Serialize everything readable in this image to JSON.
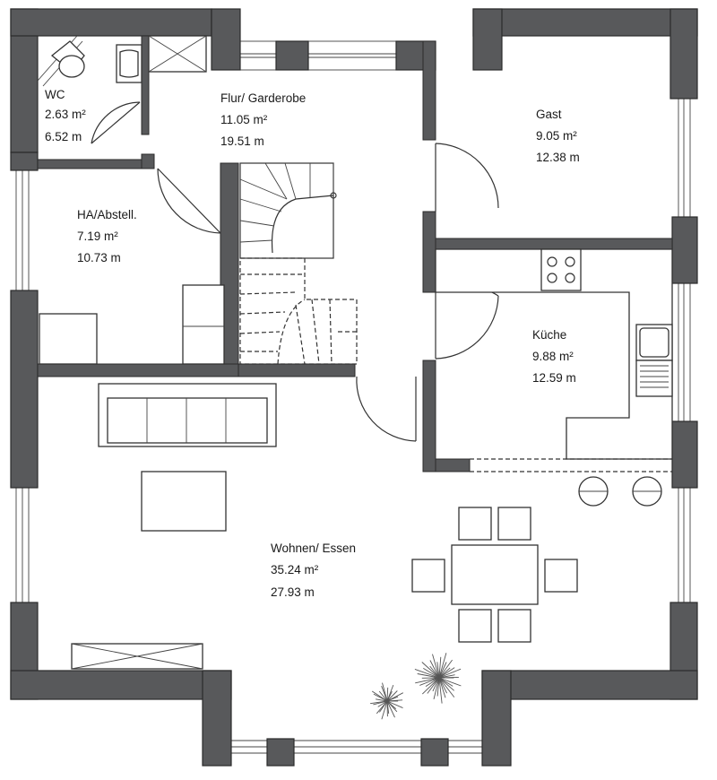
{
  "rooms": [
    {
      "name": "WC",
      "area": "2.63 m²",
      "perimeter": "6.52 m"
    },
    {
      "name": "Flur/ Garderobe",
      "area": "11.05 m²",
      "perimeter": "19.51 m"
    },
    {
      "name": "Gast",
      "area": "9.05 m²",
      "perimeter": "12.38 m"
    },
    {
      "name": "HA/Abstell.",
      "area": "7.19 m²",
      "perimeter": "10.73 m"
    },
    {
      "name": "Küche",
      "area": "9.88 m²",
      "perimeter": "12.59 m"
    },
    {
      "name": "Wohnen/ Essen",
      "area": "35.24 m²",
      "perimeter": "27.93 m"
    }
  ],
  "colors": {
    "wall": "#58595b",
    "line": "#333333",
    "background": "#ffffff"
  }
}
